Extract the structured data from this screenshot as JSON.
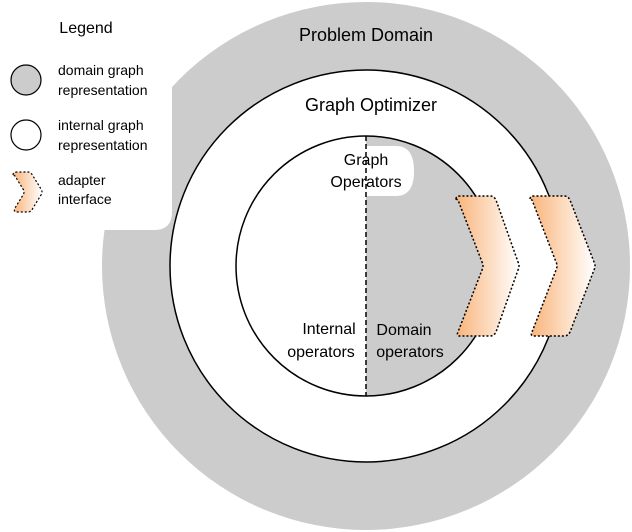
{
  "legend": {
    "title": "Legend",
    "domain_line1": "domain graph",
    "domain_line2": "representation",
    "internal_line1": "internal graph",
    "internal_line2": "representation",
    "adapter_line1": "adapter",
    "adapter_line2": "interface"
  },
  "labels": {
    "problem_domain": "Problem Domain",
    "graph_optimizer": "Graph Optimizer",
    "graph_operators_line1": "Graph",
    "graph_operators_line2": "Operators",
    "internal_line1": "Internal",
    "internal_line2": "operators",
    "domain_line1": "Domain",
    "domain_line2": "operators"
  },
  "colors": {
    "domain_gray": "#cccccc",
    "internal_white": "#ffffff",
    "adapter_orange": "#f9b47a",
    "stroke": "#000000"
  }
}
